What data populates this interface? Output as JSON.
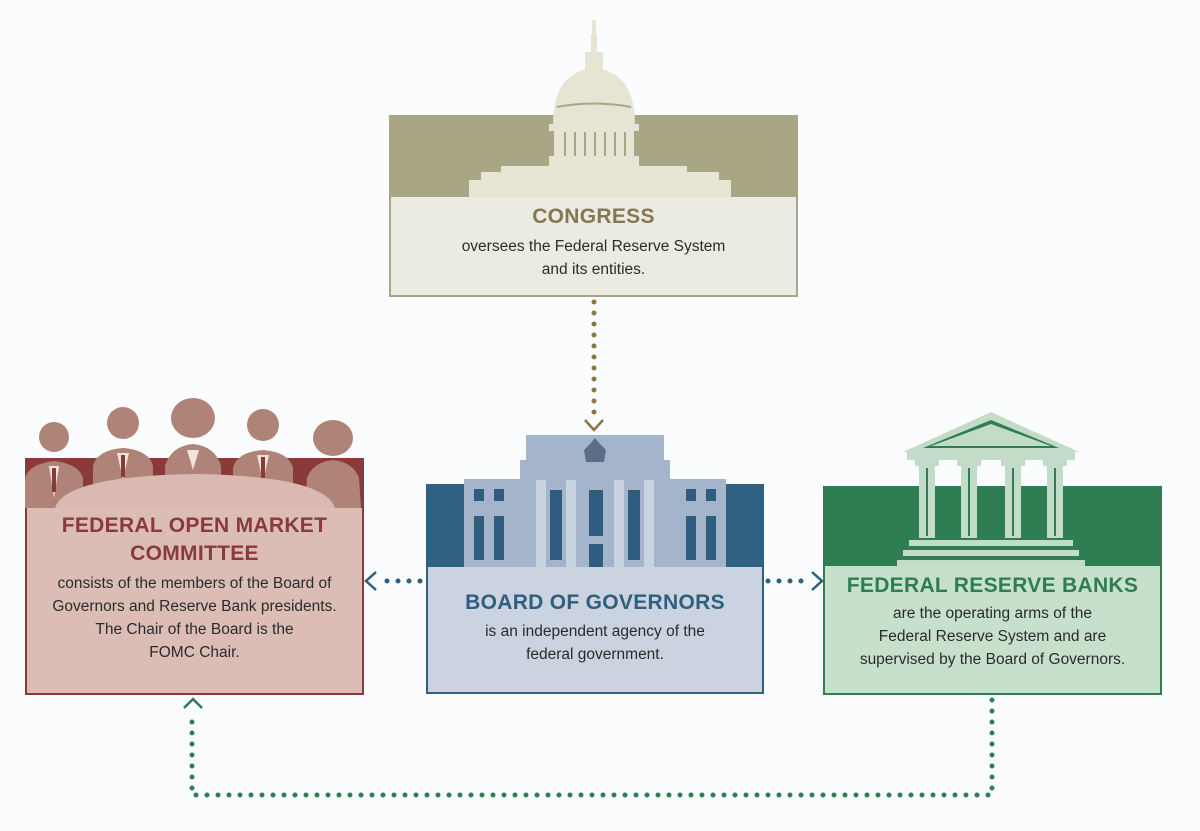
{
  "congress": {
    "title": "CONGRESS",
    "lines": [
      "oversees the Federal Reserve System",
      "and its entities."
    ],
    "color": "#847752"
  },
  "board": {
    "title": "BOARD OF GOVERNORS",
    "lines": [
      "is an independent agency of the",
      "federal government."
    ],
    "color": "#2e5f7f"
  },
  "fomc": {
    "title_lines": [
      "FEDERAL OPEN MARKET",
      "COMMITTEE"
    ],
    "lines": [
      "consists of the members of the Board of",
      "Governors and Reserve Bank presidents.",
      "The Chair of the Board is the",
      "FOMC Chair."
    ],
    "color": "#8a3a3a"
  },
  "banks": {
    "title": "FEDERAL RESERVE BANKS",
    "lines": [
      "are the operating arms of the",
      "Federal Reserve System and are",
      "supervised by the Board of Governors."
    ],
    "color": "#2f7d52"
  }
}
